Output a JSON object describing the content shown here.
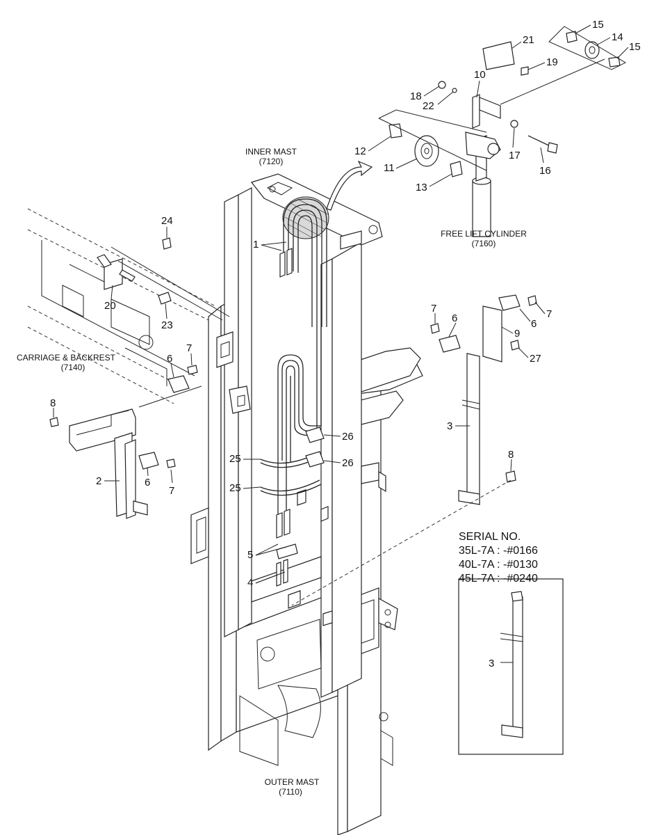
{
  "labels": {
    "inner_mast": "INNER MAST",
    "inner_mast_code": "(7120)",
    "free_lift_cylinder": "FREE LIFT CYLINDER",
    "free_lift_cylinder_code": "(7160)",
    "carriage_backrest": "CARRIAGE & BACKREST",
    "carriage_backrest_code": "(7140)",
    "outer_mast": "OUTER MAST",
    "outer_mast_code": "(7110)"
  },
  "serial": {
    "title": "SERIAL NO.",
    "lines": [
      "35L-7A : -#0166",
      "40L-7A : -#0130",
      "45L-7A : -#0240"
    ],
    "inset_part": "3"
  },
  "parts": {
    "p1": "1",
    "p2": "2",
    "p3": "3",
    "p4": "4",
    "p5": "5",
    "p6a": "6",
    "p6b": "6",
    "p6c": "6",
    "p6d": "6",
    "p7a": "7",
    "p7b": "7",
    "p7c": "7",
    "p7d": "7",
    "p8a": "8",
    "p8b": "8",
    "p9": "9",
    "p10": "10",
    "p11": "11",
    "p12": "12",
    "p13": "13",
    "p14": "14",
    "p15a": "15",
    "p15b": "15",
    "p16": "16",
    "p17": "17",
    "p18": "18",
    "p19": "19",
    "p20": "20",
    "p21": "21",
    "p22": "22",
    "p23": "23",
    "p24": "24",
    "p25a": "25",
    "p25b": "25",
    "p26a": "26",
    "p26b": "26",
    "p27": "27"
  }
}
